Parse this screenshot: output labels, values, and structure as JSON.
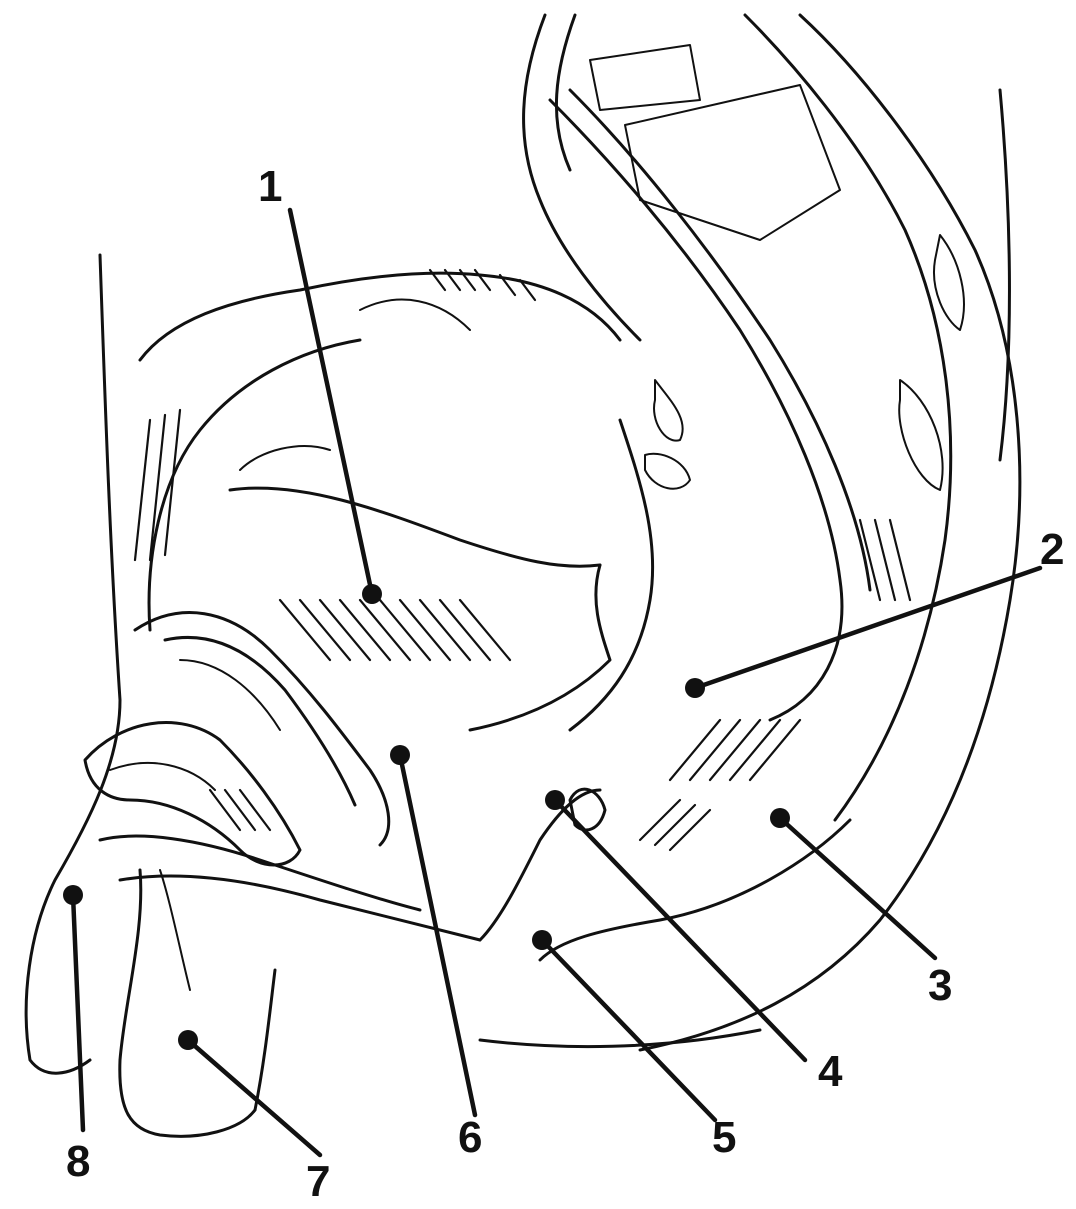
{
  "labels": [
    "1",
    "2",
    "3",
    "4",
    "5",
    "6",
    "7",
    "8"
  ],
  "colors": {
    "ink": "#111111",
    "background": "#ffffff"
  }
}
